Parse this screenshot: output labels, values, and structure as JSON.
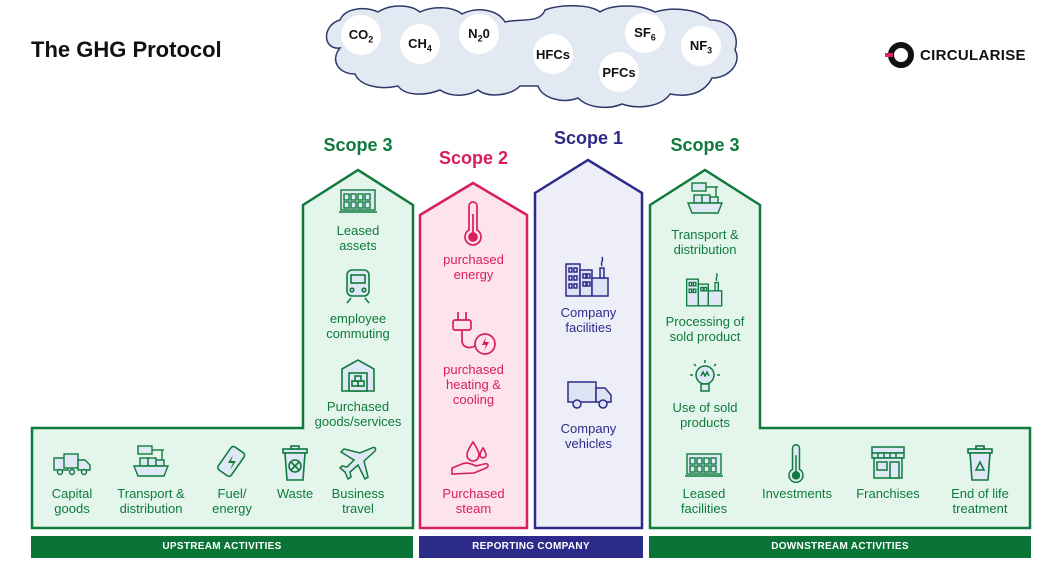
{
  "header": {
    "title": "The GHG Protocol",
    "brand": "CIRCULARISE"
  },
  "gases": [
    {
      "symbol": "CO",
      "sub": "2"
    },
    {
      "symbol": "CH",
      "sub": "4"
    },
    {
      "symbol": "N",
      "sub": "2",
      "after": "0"
    },
    {
      "symbol": "HFCs",
      "sub": ""
    },
    {
      "symbol": "PFCs",
      "sub": ""
    },
    {
      "symbol": "SF",
      "sub": "6"
    },
    {
      "symbol": "NF",
      "sub": "3"
    }
  ],
  "scopes": {
    "upstream": {
      "label": "Scope 3"
    },
    "scope2": {
      "label": "Scope 2"
    },
    "scope1": {
      "label": "Scope 1"
    },
    "downstream": {
      "label": "Scope 3"
    }
  },
  "upstream_tower": [
    {
      "label": "Leased\nassets",
      "icon": "building-icon"
    },
    {
      "label": "employee\ncommuting",
      "icon": "train-icon"
    },
    {
      "label": "Purchased\ngoods/services",
      "icon": "warehouse-icon"
    }
  ],
  "upstream_base": [
    {
      "label": "Capital\ngoods",
      "icon": "trucks-icon"
    },
    {
      "label": "Transport &\ndistribution",
      "icon": "ship-icon"
    },
    {
      "label": "Fuel/\nenergy",
      "icon": "battery-icon"
    },
    {
      "label": "Waste",
      "icon": "waste-bin-icon"
    },
    {
      "label": "Business\ntravel",
      "icon": "airplane-icon"
    }
  ],
  "scope2_items": [
    {
      "label": "purchased\nenergy",
      "icon": "thermometer-icon"
    },
    {
      "label": "purchased\nheating &\ncooling",
      "icon": "plug-icon"
    },
    {
      "label": "Purchased\nsteam",
      "icon": "steam-hand-icon"
    }
  ],
  "scope1_items": [
    {
      "label": "Company\nfacilities",
      "icon": "factory-icon"
    },
    {
      "label": "Company\nvehicles",
      "icon": "truck-icon"
    }
  ],
  "downstream_tower": [
    {
      "label": "Transport &\ndistribution",
      "icon": "ship-icon"
    },
    {
      "label": "Processing of\nsold product",
      "icon": "factory-icon"
    },
    {
      "label": "Use of sold\nproducts",
      "icon": "lightbulb-icon"
    }
  ],
  "downstream_base": [
    {
      "label": "Leased\nfacilities",
      "icon": "building-icon"
    },
    {
      "label": "Investments",
      "icon": "thermometer-icon"
    },
    {
      "label": "Franchises",
      "icon": "storefront-icon"
    },
    {
      "label": "End of life\ntreatment",
      "icon": "recycle-bin-icon"
    }
  ],
  "bands": {
    "upstream": "UPSTREAM ACTIVITIES",
    "reporting": "REPORTING COMPANY",
    "downstream": "DOWNSTREAM ACTIVITIES"
  },
  "colors": {
    "green": "#0f7a3c",
    "green_fill": "#e4f6ec",
    "pink": "#d81e5b",
    "pink_fill": "#fde3ec",
    "navy": "#2d2b8a",
    "navy_fill": "#eeeef8",
    "cloud": "#e3e9f2",
    "band_green": "#0a7436",
    "band_navy": "#2d2b8a"
  }
}
